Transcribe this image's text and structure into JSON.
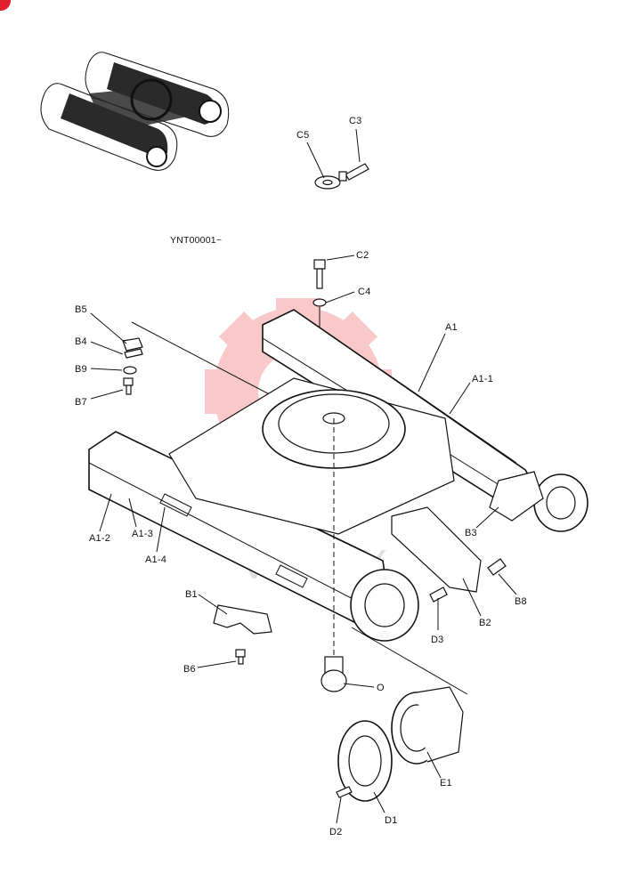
{
  "serial_label": "YNT00001~",
  "watermark_text": "VHTEX",
  "colors": {
    "watermark": "#f28a8a",
    "badge": "#e0202a",
    "ink": "#111111"
  },
  "callouts": [
    {
      "id": "c3",
      "text": "C3"
    },
    {
      "id": "c5",
      "text": "C5"
    },
    {
      "id": "c2",
      "text": "C2"
    },
    {
      "id": "c4",
      "text": "C4"
    },
    {
      "id": "b5",
      "text": "B5"
    },
    {
      "id": "b4",
      "text": "B4"
    },
    {
      "id": "b9",
      "text": "B9"
    },
    {
      "id": "b7",
      "text": "B7"
    },
    {
      "id": "a1",
      "text": "A1"
    },
    {
      "id": "a1-1",
      "text": "A1-1"
    },
    {
      "id": "a1-2",
      "text": "A1-2"
    },
    {
      "id": "a1-3",
      "text": "A1-3"
    },
    {
      "id": "a1-4",
      "text": "A1-4"
    },
    {
      "id": "b3",
      "text": "B3"
    },
    {
      "id": "b1",
      "text": "B1"
    },
    {
      "id": "b8",
      "text": "B8"
    },
    {
      "id": "b2",
      "text": "B2"
    },
    {
      "id": "d3",
      "text": "D3"
    },
    {
      "id": "b6",
      "text": "B6"
    },
    {
      "id": "o",
      "text": "O"
    },
    {
      "id": "e1",
      "text": "E1"
    },
    {
      "id": "d1",
      "text": "D1"
    },
    {
      "id": "d2",
      "text": "D2"
    }
  ]
}
